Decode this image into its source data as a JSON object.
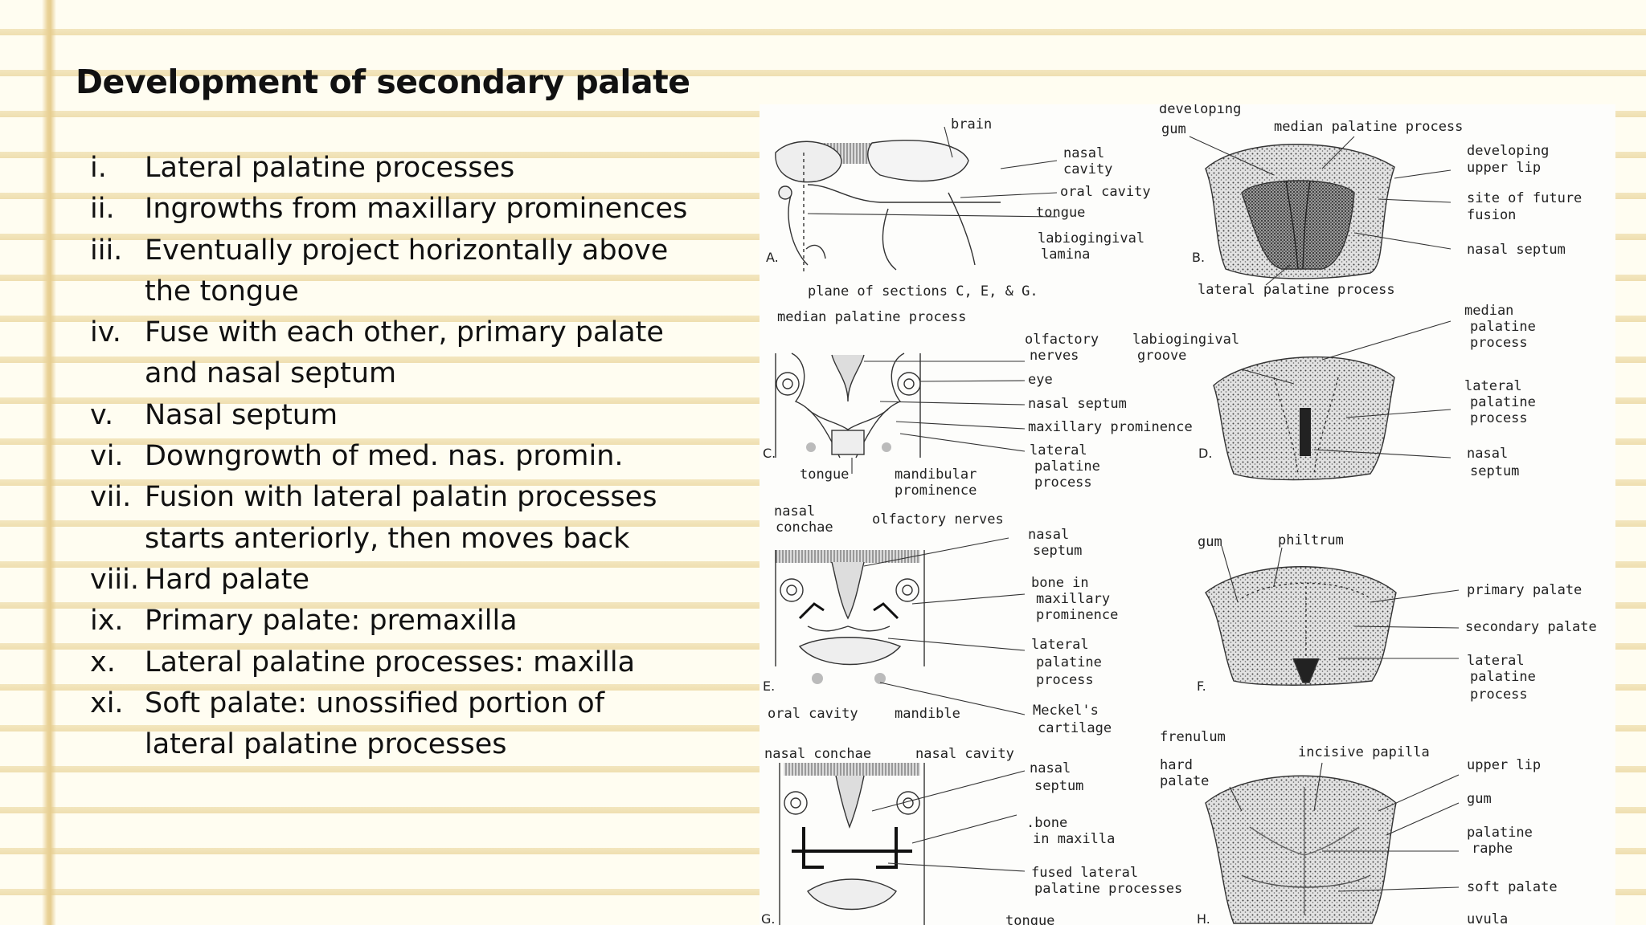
{
  "slide": {
    "title": "Development of secondary palate",
    "points": [
      {
        "num": "i.",
        "lines": [
          "Lateral palatine processes"
        ]
      },
      {
        "num": "ii.",
        "lines": [
          "Ingrowths from maxillary prominences"
        ]
      },
      {
        "num": "iii.",
        "lines": [
          "Eventually project horizontally above",
          "the tongue"
        ]
      },
      {
        "num": "iv.",
        "lines": [
          "Fuse with each other, primary palate",
          "and nasal septum"
        ]
      },
      {
        "num": "v.",
        "lines": [
          "Nasal septum"
        ]
      },
      {
        "num": "vi.",
        "lines": [
          "Downgrowth of med. nas. promin."
        ]
      },
      {
        "num": "vii.",
        "lines": [
          "Fusion with lateral palatin processes",
          "starts anteriorly, then moves back"
        ]
      },
      {
        "num": "viii.",
        "lines": [
          "Hard palate"
        ]
      },
      {
        "num": "ix.",
        "lines": [
          "Primary palate: premaxilla"
        ]
      },
      {
        "num": "x.",
        "lines": [
          "Lateral palatine processes: maxilla"
        ]
      },
      {
        "num": "xi.",
        "lines": [
          "Soft palate: unossified portion of",
          "lateral palatine processes"
        ]
      }
    ]
  },
  "figure": {
    "panels": [
      "A.",
      "B.",
      "C.",
      "D.",
      "E.",
      "F.",
      "G.",
      "H."
    ],
    "labels": {
      "a_brain": "brain",
      "a_nasal_cavity_1": "nasal",
      "a_nasal_cavity_2": "cavity",
      "a_oral_cavity": "oral cavity",
      "a_tongue": "tongue",
      "a_labio_1": "labiogingival",
      "a_labio_2": "lamina",
      "a_plane": "plane of sections C, E, & G.",
      "a_median": "median palatine process",
      "b_developing": "developing",
      "b_gum": "gum",
      "b_median": "median palatine process",
      "b_upper_lip_1": "developing",
      "b_upper_lip_2": "upper lip",
      "b_site_1": "site of future",
      "b_site_2": "fusion",
      "b_septum": "nasal septum",
      "b_lateral": "lateral palatine process",
      "c_olf_1": "olfactory",
      "c_olf_2": "nerves",
      "c_eye": "eye",
      "c_septum": "nasal septum",
      "c_maxillary": "maxillary prominence",
      "c_lat_1": "lateral",
      "c_lat_2": "palatine",
      "c_lat_3": "process",
      "c_tongue": "tongue",
      "c_mand_1": "mandibular",
      "c_mand_2": "prominence",
      "d_groove_1": "labiogingival",
      "d_groove_2": "groove",
      "d_median_1": "median",
      "d_median_2": "palatine",
      "d_median_3": "process",
      "d_lat_1": "lateral",
      "d_lat_2": "palatine",
      "d_lat_3": "process",
      "d_sep_1": "nasal",
      "d_sep_2": "septum",
      "e_conchae_1": "nasal",
      "e_conchae_2": "conchae",
      "e_olf": "olfactory nerves",
      "e_sep_1": "nasal",
      "e_sep_2": "septum",
      "e_bone_1": "bone in",
      "e_bone_2": "maxillary",
      "e_bone_3": "prominence",
      "e_lat_1": "lateral",
      "e_lat_2": "palatine",
      "e_lat_3": "process",
      "e_oral": "oral cavity",
      "e_mandible": "mandible",
      "e_meckel_1": "Meckel's",
      "e_meckel_2": "cartilage",
      "f_gum": "gum",
      "f_philtrum": "philtrum",
      "f_primary": "primary palate",
      "f_secondary": "secondary palate",
      "f_lat_1": "lateral",
      "f_lat_2": "palatine",
      "f_lat_3": "process",
      "g_conchae": "nasal conchae",
      "g_cavity": "nasal cavity",
      "g_sep_1": "nasal",
      "g_sep_2": "septum",
      "g_bone_1": ".bone",
      "g_bone_2": "in maxilla",
      "g_fused_1": "fused lateral",
      "g_fused_2": "palatine processes",
      "g_tongue": "tongue",
      "h_frenulum": "frenulum",
      "h_hard_1": "hard",
      "h_hard_2": "palate",
      "h_incisive": "incisive papilla",
      "h_upper_lip": "upper lip",
      "h_gum": "gum",
      "h_raphe_1": "palatine",
      "h_raphe_2": "raphe",
      "h_soft": "soft palate",
      "h_uvula": "uvula"
    }
  }
}
